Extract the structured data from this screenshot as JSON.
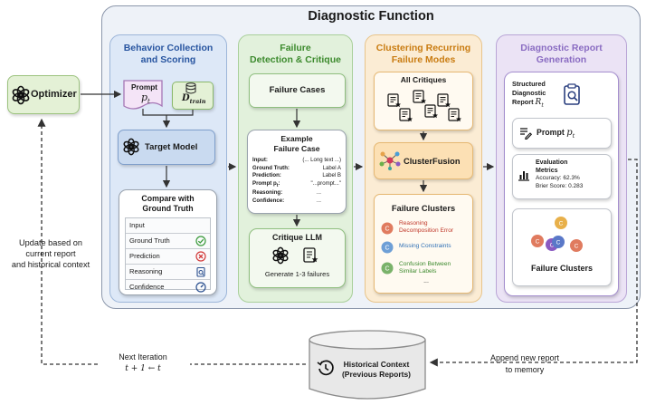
{
  "title": "Diagnostic Function",
  "optimizer": {
    "label": "Optimizer"
  },
  "left_note": {
    "lines": [
      "Update based on",
      "current report",
      "and historical context"
    ]
  },
  "bottom": {
    "next_iteration": "Next Iteration",
    "iteration_formula": "t + 1 ← t",
    "append_lines": [
      "Append new report",
      "to memory"
    ],
    "db_lines": [
      "Historical Context",
      "(Previous Reports)"
    ]
  },
  "col1": {
    "title_lines": [
      "Behavior Collection",
      "and Scoring"
    ],
    "prompt_label": "Prompt",
    "prompt_symbol": "p",
    "prompt_sub": "t",
    "dtrain_symbol": "D",
    "dtrain_sub": "train",
    "target_model": "Target Model",
    "compare_title_lines": [
      "Compare with",
      "Ground Truth"
    ],
    "table_rows": [
      {
        "label": "Input",
        "icon": ""
      },
      {
        "label": "Ground Truth",
        "icon": "check-icon"
      },
      {
        "label": "Prediction",
        "icon": "cross-icon"
      },
      {
        "label": "Reasoning",
        "icon": "clipboard-search-icon"
      },
      {
        "label": "Confidence",
        "icon": "gauge-icon"
      }
    ]
  },
  "col2": {
    "title_lines": [
      "Failure",
      "Detection & Critique"
    ],
    "failure_cases": "Failure Cases",
    "example_title_lines": [
      "Example",
      "Failure Case"
    ],
    "example_rows": [
      {
        "key": "Input:",
        "value": "(... Long text ...)"
      },
      {
        "key": "Ground Truth:",
        "value": "Label A"
      },
      {
        "key": "Prediction:",
        "value": "Label B"
      },
      {
        "key": "Prompt p",
        "key_sub": "t",
        "key_tail": ":",
        "value": "\"...prompt...\""
      },
      {
        "key": "Reasoning:",
        "value": "..."
      },
      {
        "key": "Confidence:",
        "value": "..."
      }
    ],
    "critique_llm": "Critique LLM",
    "generate_text": "Generate 1-3 failures"
  },
  "col3": {
    "title_lines": [
      "Clustering Recurring",
      "Failure Modes"
    ],
    "all_critiques": "All Critiques",
    "cluster_fusion": "ClusterFusion",
    "failure_clusters": "Failure Clusters",
    "clusters": [
      {
        "label_lines": [
          "Reasoning",
          "Decomposition Error"
        ],
        "color": "#c0392b",
        "badge": "#e07b5f"
      },
      {
        "label_lines": [
          "Missing Constraints"
        ],
        "color": "#2e6fb5",
        "badge": "#6e9fd6"
      },
      {
        "label_lines": [
          "Confusion Between",
          "Similar Labels"
        ],
        "color": "#3d8a2e",
        "badge": "#7ab26a"
      }
    ],
    "ellipsis": "..."
  },
  "col4": {
    "title_lines": [
      "Diagnostic Report",
      "Generation"
    ],
    "structured_lines": [
      "Structured",
      "Diagnostic",
      "Report"
    ],
    "report_symbol": "R",
    "report_sub": "t",
    "prompt_label": "Prompt",
    "prompt_symbol": "p",
    "prompt_sub": "t",
    "eval_lines": [
      "Evaluation",
      "Metrics"
    ],
    "accuracy": "Accuracy: 62.3%",
    "brier": "Brier Score: 0.283",
    "failure_clusters": "Failure Clusters",
    "badge_sub": "i"
  },
  "colors": {
    "col1": "#dde8f7",
    "col1_border": "#9db6d9",
    "col1_title": "#2855a0",
    "col2": "#e2f1dc",
    "col2_border": "#a9cf9a",
    "col2_title": "#3c8a2d",
    "col3": "#fbecd4",
    "col3_border": "#e8c48a",
    "col3_title": "#c97c12",
    "col4": "#ebe3f5",
    "col4_border": "#b9a5d6",
    "col4_title": "#8a6cc2"
  }
}
